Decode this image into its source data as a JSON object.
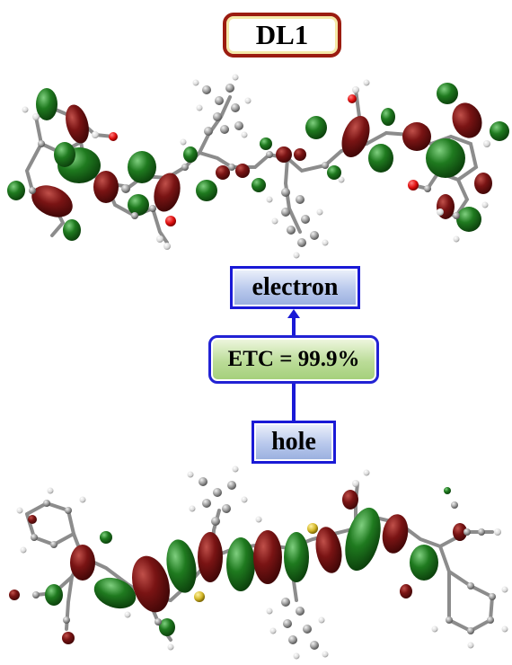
{
  "diagram": {
    "title": "DL1",
    "electron_label": "electron",
    "transfer_label": "ETC = 99.9%",
    "hole_label": "hole"
  },
  "colors": {
    "lobe_red": "#7a1414",
    "lobe_green": "#1f7a1f",
    "carbon": "#9a9a9a",
    "hydrogen": "#e8e8e8",
    "oxygen": "#e01010",
    "sulfur": "#d4b82a",
    "arrow": "#1a1ad6",
    "title_border": "#9b1c10"
  }
}
